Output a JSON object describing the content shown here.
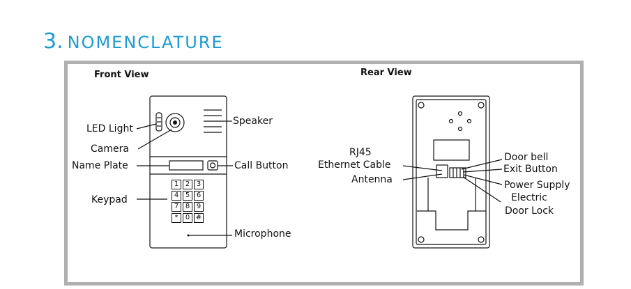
{
  "heading": {
    "number": "3.",
    "title": "NOMENCLATURE"
  },
  "front": {
    "title": "Front View",
    "labels": {
      "led": "LED Light",
      "camera": "Camera",
      "name_plate": "Name Plate",
      "keypad": "Keypad",
      "speaker": "Speaker",
      "call_button": "Call Button",
      "microphone": "Microphone"
    },
    "keys": [
      "1",
      "2",
      "3",
      "4",
      "5",
      "6",
      "7",
      "8",
      "9",
      "*",
      "0",
      "#"
    ]
  },
  "rear": {
    "title": "Rear View",
    "labels": {
      "rj45": "RJ45",
      "ethernet": "Ethernet Cable",
      "antenna": "Antenna",
      "door_bell": "Door bell",
      "exit_button": "Exit Button",
      "power_supply": "Power Supply",
      "electric": "Electric",
      "door_lock": "Door Lock"
    }
  },
  "colors": {
    "heading": "#1a9bd7",
    "frame": "#b0b0b0",
    "line": "#111111"
  }
}
